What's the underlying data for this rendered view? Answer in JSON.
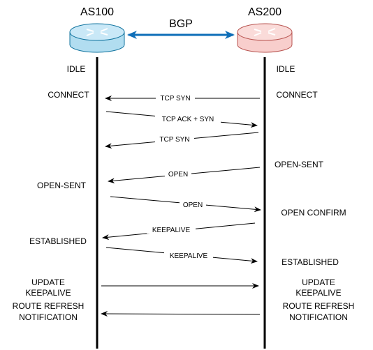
{
  "routers": {
    "left": {
      "name": "AS100",
      "color_top": "#b1ddf0",
      "color_body": "#b1ddf0",
      "stroke": "#10739e"
    },
    "right": {
      "name": "AS200",
      "color_top": "#f8cecc",
      "color_body": "#f8cecc",
      "stroke": "#b85450"
    }
  },
  "link": {
    "label": "BGP",
    "color": "#0e6eb8"
  },
  "left_states": [
    "IDLE",
    "CONNECT",
    "OPEN-SENT",
    "ESTABLISHED"
  ],
  "right_states": [
    "IDLE",
    "CONNECT",
    "OPEN-SENT",
    "OPEN CONFIRM",
    "ESTABLISHED"
  ],
  "messages": [
    "TCP SYN",
    "TCP ACK + SYN",
    "TCP SYN",
    "OPEN",
    "OPEN",
    "KEEPALIVE",
    "KEEPALIVE"
  ],
  "left_update": [
    "UPDATE",
    "KEEPALIVE",
    "ROUTE REFRESH",
    "NOTIFICATION"
  ],
  "right_update": [
    "UPDATE",
    "KEEPALIVE",
    "ROUTE REFRESH",
    "NOTIFICATION"
  ]
}
